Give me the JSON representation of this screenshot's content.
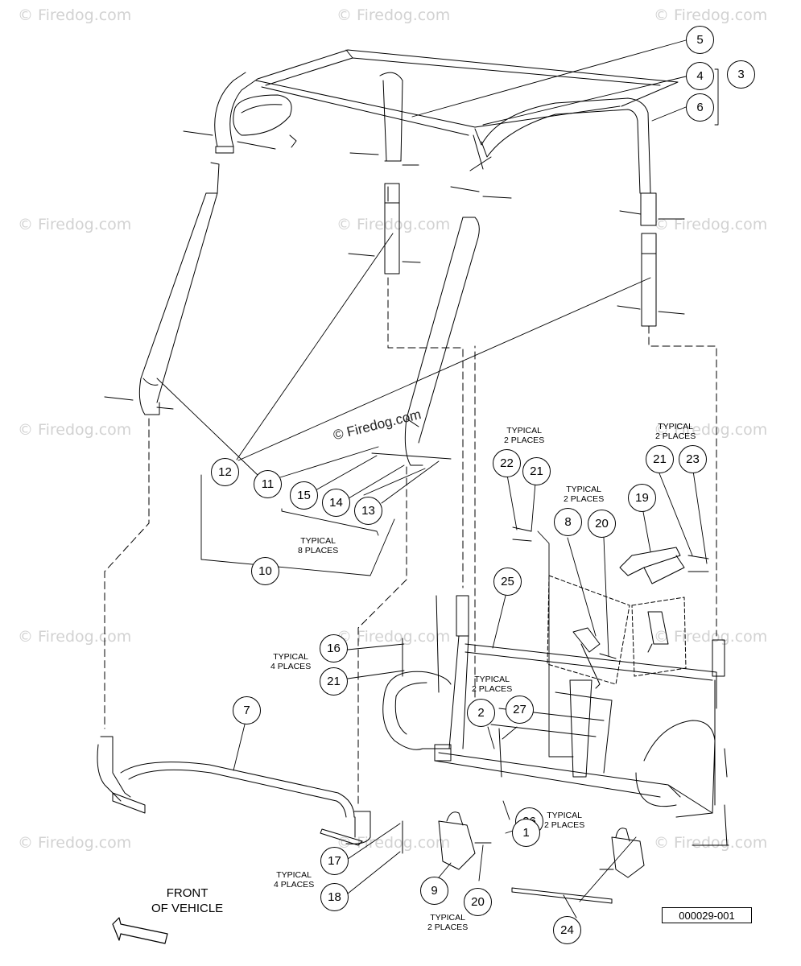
{
  "watermark_text": "© Firedog.com",
  "center_watermark": "© Firedog.com",
  "front_label": {
    "line1": "FRONT",
    "line2": "OF VEHICLE"
  },
  "drawing_number": "000029-001",
  "callouts": {
    "c1": "1",
    "c2": "2",
    "c3": "3",
    "c4": "4",
    "c5": "5",
    "c6": "6",
    "c7": "7",
    "c8": "8",
    "c9": "9",
    "c10": "10",
    "c11": "11",
    "c12": "12",
    "c13": "13",
    "c14": "14",
    "c15": "15",
    "c16": "16",
    "c17": "17",
    "c18": "18",
    "c19": "19",
    "c20a": "20",
    "c20b": "20",
    "c21a": "21",
    "c21b": "21",
    "c21c": "21",
    "c22": "22",
    "c23": "23",
    "c24": "24",
    "c25": "25",
    "c26": "26",
    "c27": "27"
  },
  "notes": {
    "n1": {
      "l1": "TYPICAL",
      "l2": "2 PLACES"
    },
    "n2": {
      "l1": "TYPICAL",
      "l2": "2 PLACES"
    },
    "n3": {
      "l1": "TYPICAL",
      "l2": "2 PLACES"
    },
    "n4": {
      "l1": "TYPICAL",
      "l2": "8 PLACES"
    },
    "n5": {
      "l1": "TYPICAL",
      "l2": "4 PLACES"
    },
    "n6": {
      "l1": "TYPICAL",
      "l2": "2 PLACES"
    },
    "n7": {
      "l1": "TYPICAL",
      "l2": "2 PLACES"
    },
    "n8": {
      "l1": "TYPICAL",
      "l2": "4 PLACES"
    },
    "n9": {
      "l1": "TYPICAL",
      "l2": "2 PLACES"
    }
  }
}
